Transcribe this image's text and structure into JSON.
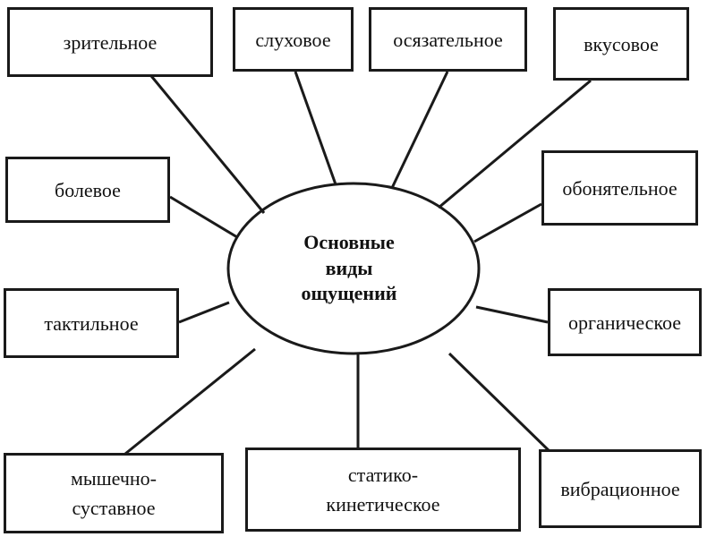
{
  "center": {
    "line1": "Основные",
    "line2": "виды",
    "line3": "ощущений"
  },
  "nodes": {
    "visual": "зрительное",
    "auditory": "слуховое",
    "tactile_touch": "осязательное",
    "taste": "вкусовое",
    "pain": "болевое",
    "olfactory": "обонятельное",
    "tactile": "тактильное",
    "organic": "органическое",
    "musculo_line1": "мышечно-",
    "musculo_line2": "суставное",
    "static_line1": "статико-",
    "static_line2": "кинетическое",
    "vibration": "вибрационное"
  },
  "colors": {
    "stroke": "#1a1a1a",
    "background": "#ffffff"
  }
}
